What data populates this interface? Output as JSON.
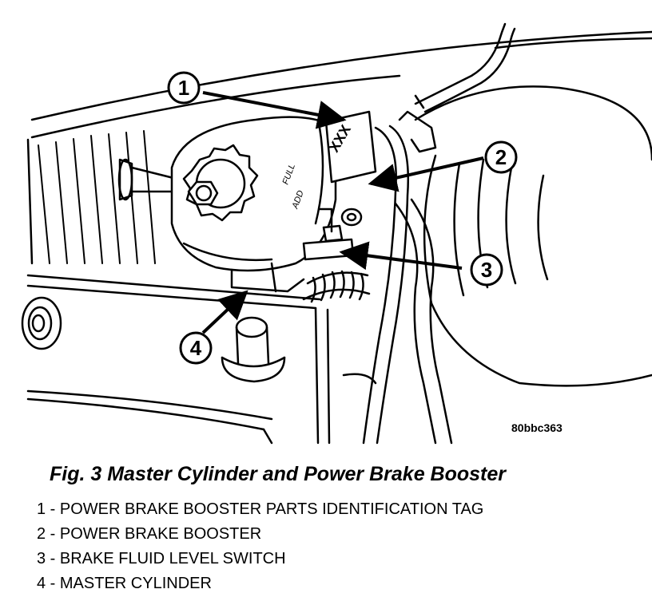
{
  "figure": {
    "code": "80bbc363",
    "caption": "Fig. 3 Master Cylinder and Power Brake Booster",
    "tag_text": "XXX",
    "cap_labels": {
      "full": "FULL",
      "add": "ADD"
    }
  },
  "callouts": [
    {
      "number": "1",
      "text": "1 - POWER BRAKE BOOSTER PARTS IDENTIFICATION TAG"
    },
    {
      "number": "2",
      "text": "2 - POWER BRAKE BOOSTER"
    },
    {
      "number": "3",
      "text": "3 - BRAKE FLUID LEVEL SWITCH"
    },
    {
      "number": "4",
      "text": "4 - MASTER CYLINDER"
    }
  ]
}
